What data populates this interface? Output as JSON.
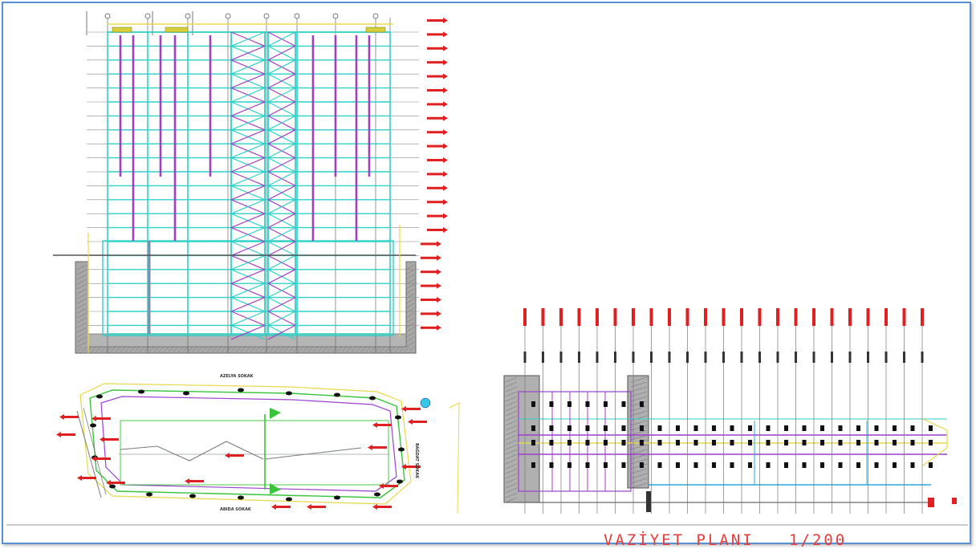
{
  "sheet": {
    "title": "VAZİYET PLANI",
    "scale": "1/200"
  },
  "site_plan": {
    "streets": [
      "AZELYA SOKAK",
      "ABIDA SOKAK",
      "BAĞDAT SOKAK"
    ]
  },
  "colors": {
    "frame": "#5b8fd4",
    "title": "#e83a3a",
    "grid": "#2ed1c8",
    "diagonal": "#a33fbf",
    "level_marker": "#e02020",
    "ground": "#9e9e9e",
    "outline_yellow": "#e8d84a",
    "outline_green": "#39c43a",
    "outline_purple": "#9b3fd0",
    "beam_blue": "#2aa8e0"
  }
}
